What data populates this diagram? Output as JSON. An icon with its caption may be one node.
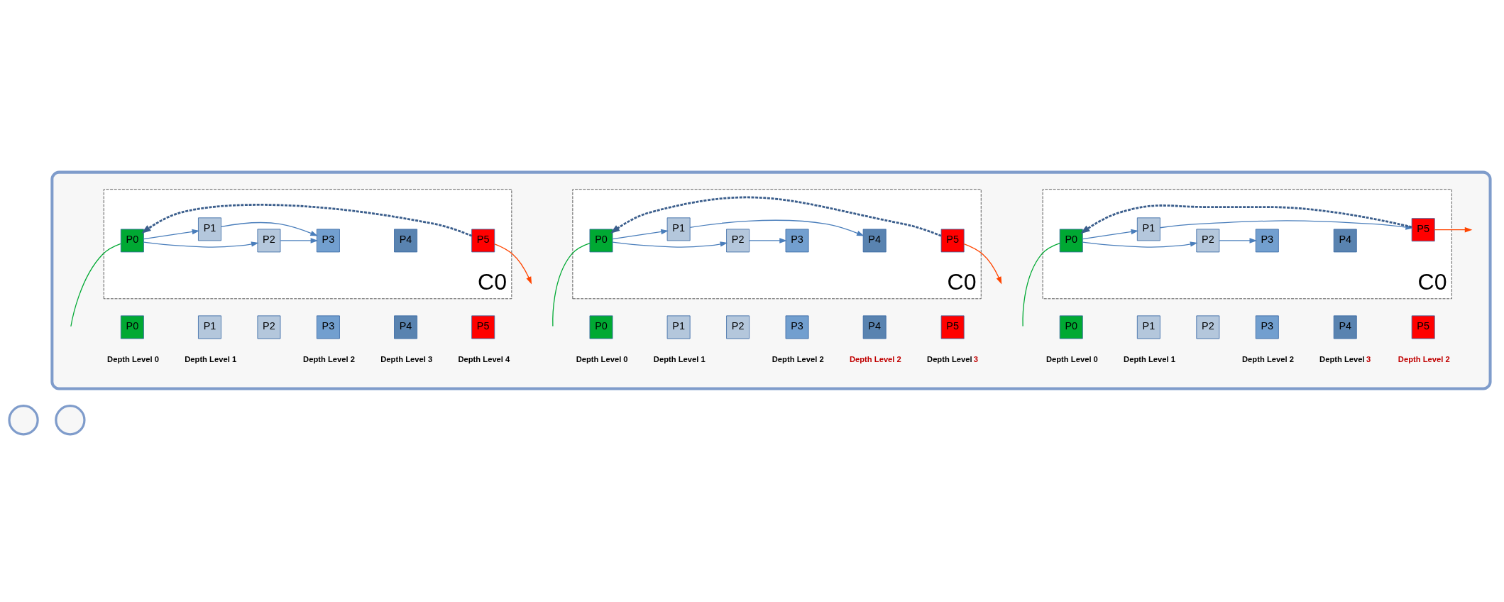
{
  "diagram": {
    "nodes": [
      {
        "text": [],
        "shape": "cloud"
      },
      {
        "text": [
          "C0"
        ],
        "in": 0
      },
      {
        "text": [
          "P0"
        ],
        "in": 1
      },
      {
        "text": [
          "P1"
        ],
        "in": 1
      },
      {
        "text": [
          "P2"
        ],
        "in": 1
      },
      {
        "text": [
          "P3"
        ],
        "in": 1
      },
      {
        "text": [
          "P4"
        ],
        "in": 1
      },
      {
        "text": [
          "P5"
        ],
        "in": 1
      },
      {
        "text": [
          "P0"
        ],
        "in": 0
      },
      {
        "text": [
          "P1"
        ],
        "in": 0
      },
      {
        "text": [
          "P2"
        ],
        "in": 0
      },
      {
        "text": [
          "P3"
        ],
        "in": 0
      },
      {
        "text": [
          "P4"
        ],
        "in": 0
      },
      {
        "text": [
          "P5"
        ],
        "in": 0
      },
      {
        "text": [
          "C0"
        ],
        "in": 0
      },
      {
        "text": [
          "P0"
        ],
        "in": 14
      },
      {
        "text": [
          "P1"
        ],
        "in": 14
      },
      {
        "text": [
          "P2"
        ],
        "in": 14
      },
      {
        "text": [
          "P3"
        ],
        "in": 14
      },
      {
        "text": [
          "P4"
        ],
        "in": 14
      },
      {
        "text": [
          "P5"
        ],
        "in": 14
      },
      {
        "text": [
          "P0"
        ],
        "in": 0
      },
      {
        "text": [
          "P1"
        ],
        "in": 0
      },
      {
        "text": [
          "P2"
        ],
        "in": 0
      },
      {
        "text": [
          "P3"
        ],
        "in": 0
      },
      {
        "text": [
          "P4"
        ],
        "in": 0
      },
      {
        "text": [
          "P5"
        ],
        "in": 0
      },
      {
        "text": [
          "C0"
        ],
        "in": 0
      },
      {
        "text": [
          "P0"
        ],
        "in": 27
      },
      {
        "text": [
          "P1"
        ],
        "in": 27
      },
      {
        "text": [
          "P2"
        ],
        "in": 27
      },
      {
        "text": [
          "P3"
        ],
        "in": 27
      },
      {
        "text": [
          "P4"
        ],
        "in": 27
      },
      {
        "text": [
          "P5"
        ],
        "in": 27
      },
      {
        "text": [
          "P0"
        ],
        "in": 0
      },
      {
        "text": [
          "P1"
        ],
        "in": 0
      },
      {
        "text": [
          "P2"
        ],
        "in": 0
      },
      {
        "text": [
          "P3"
        ],
        "in": 0
      },
      {
        "text": [
          "P4"
        ],
        "in": 0
      },
      {
        "text": [
          "P5"
        ],
        "in": 0
      },
      {
        "text": [],
        "shape": "circle"
      },
      {
        "text": [],
        "shape": "circle"
      }
    ],
    "edges": [
      {
        "from": null,
        "to": 2,
        "arrow": "none",
        "color": "#00a933"
      },
      {
        "from": 2,
        "to": 3,
        "arrow": "to"
      },
      {
        "from": 2,
        "to": 4,
        "arrow": "to"
      },
      {
        "from": 3,
        "to": 5,
        "arrow": "to"
      },
      {
        "from": 4,
        "to": 5,
        "arrow": "to"
      },
      {
        "from": 7,
        "to": 2,
        "arrow": "to",
        "style": "dashed",
        "color": "#3b5e8c"
      },
      {
        "from": 7,
        "to": null,
        "arrow": "to",
        "color": "#ff4500"
      },
      {
        "from": null,
        "to": 15,
        "arrow": "none",
        "color": "#00a933"
      },
      {
        "from": 15,
        "to": 16,
        "arrow": "to"
      },
      {
        "from": 15,
        "to": 17,
        "arrow": "to"
      },
      {
        "from": 16,
        "to": 19,
        "arrow": "to"
      },
      {
        "from": 17,
        "to": 18,
        "arrow": "to"
      },
      {
        "from": 20,
        "to": 15,
        "arrow": "to",
        "style": "dashed",
        "color": "#3b5e8c"
      },
      {
        "from": 20,
        "to": null,
        "arrow": "to",
        "color": "#ff4500"
      },
      {
        "from": null,
        "to": 28,
        "arrow": "none",
        "color": "#00a933"
      },
      {
        "from": 28,
        "to": 29,
        "arrow": "to"
      },
      {
        "from": 28,
        "to": 30,
        "arrow": "to"
      },
      {
        "from": 29,
        "to": 33,
        "arrow": "to"
      },
      {
        "from": 30,
        "to": 31,
        "arrow": "to"
      },
      {
        "from": 33,
        "to": 28,
        "arrow": "to",
        "style": "dashed",
        "color": "#3b5e8c"
      },
      {
        "from": 33,
        "to": null,
        "arrow": "to",
        "color": "#ff4500"
      }
    ],
    "labels": [
      "Depth Level 0",
      "Depth Level 1",
      "Depth Level 2",
      "Depth Level 3",
      "Depth Level 4",
      "Depth Level 0",
      "Depth Level 1",
      "Depth Level 2",
      "Depth Level 2",
      "Depth Level 3",
      "Depth Level 0",
      "Depth Level 1",
      "Depth Level 2",
      "Depth Level 3",
      "Depth Level 2"
    ]
  }
}
